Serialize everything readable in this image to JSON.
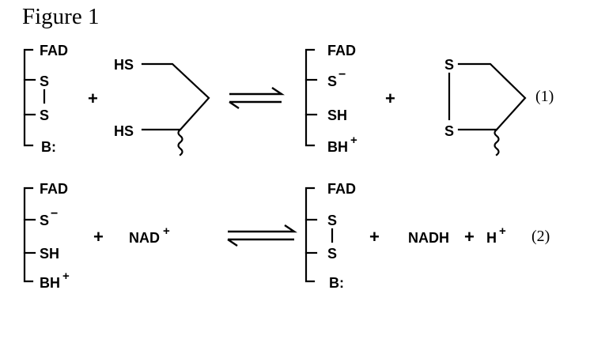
{
  "figure_title": "Figure 1",
  "equation1": {
    "number": "(1)",
    "left_enzyme": {
      "fad": "FAD",
      "s_top": "S",
      "s_bottom": "S",
      "base": "B:"
    },
    "plus_1": "+",
    "dithiol": {
      "hs_top": "HS",
      "hs_bottom": "HS"
    },
    "right_enzyme": {
      "fad": "FAD",
      "thiolate": "S",
      "thiolate_charge": "−",
      "thiol": "SH",
      "base_h": "BH",
      "base_charge": "+"
    },
    "plus_2": "+",
    "disulfide": {
      "s_top": "S",
      "s_bottom": "S"
    }
  },
  "equation2": {
    "number": "(2)",
    "left_enzyme": {
      "fad": "FAD",
      "thiolate": "S",
      "thiolate_charge": "−",
      "thiol": "SH",
      "base_h": "BH",
      "base_charge": "+"
    },
    "plus_1": "+",
    "nad": "NAD",
    "nad_charge": "+",
    "right_enzyme": {
      "fad": "FAD",
      "s_top": "S",
      "s_bottom": "S",
      "base": "B:"
    },
    "plus_2": "+",
    "nadh": "NADH",
    "plus_3": "+",
    "proton": "H",
    "proton_charge": "+"
  }
}
